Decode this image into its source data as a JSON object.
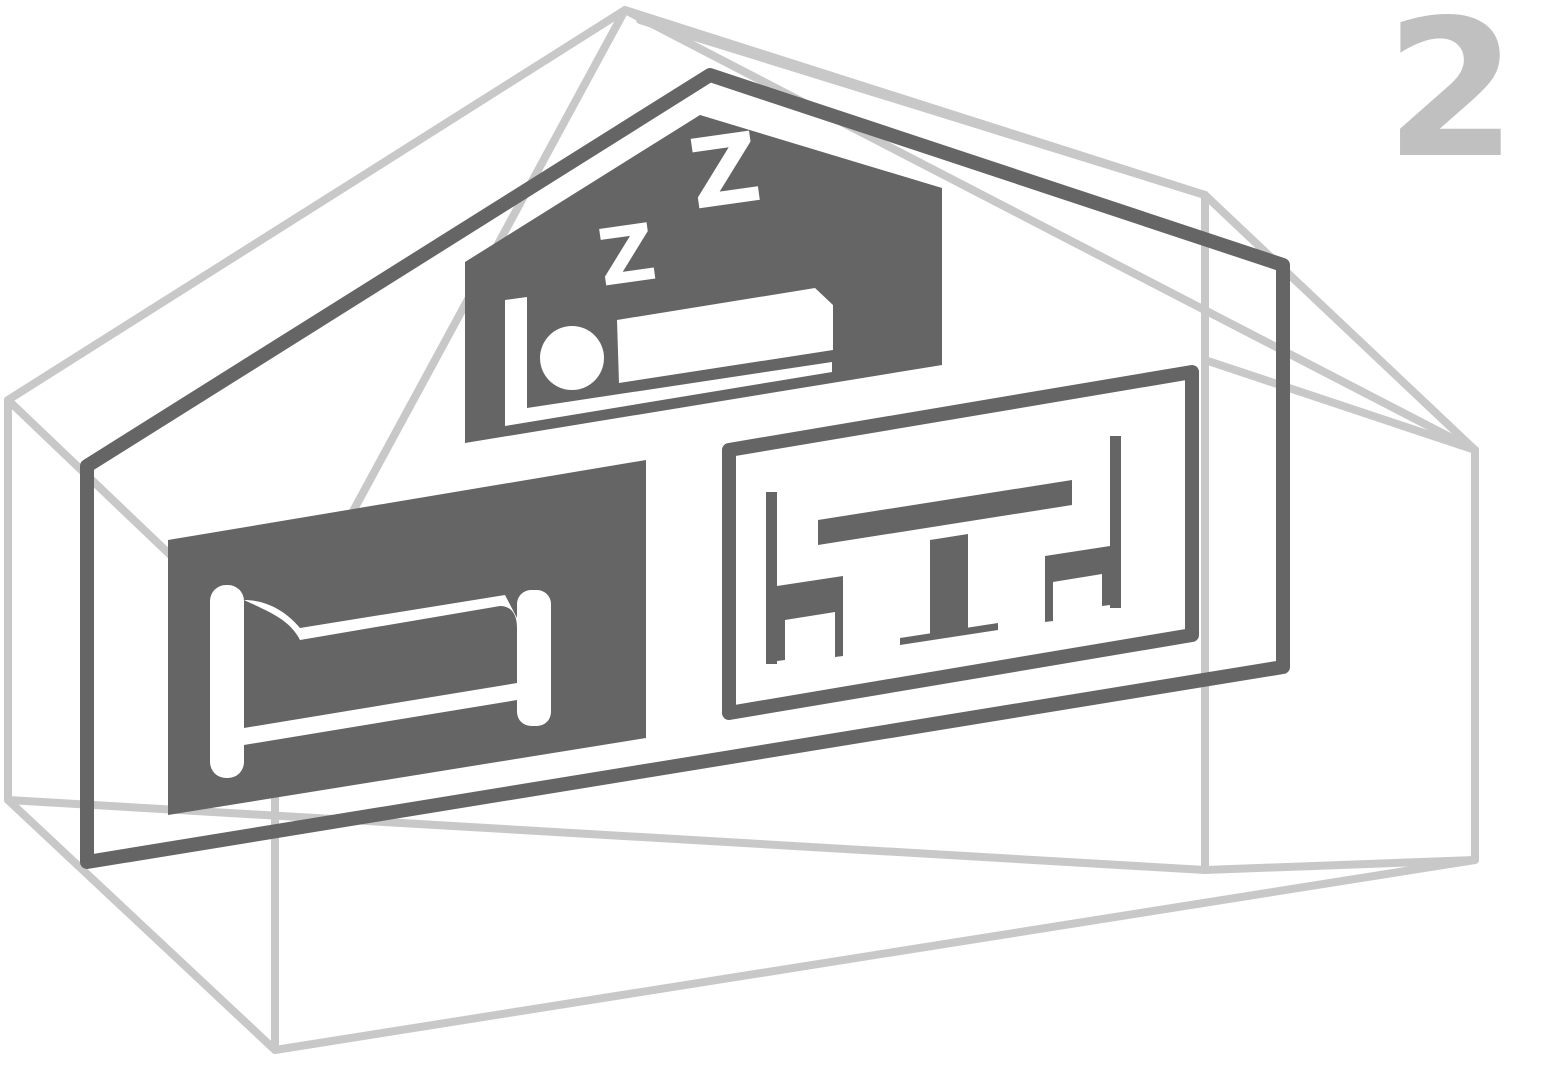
{
  "step_number": "2",
  "icons": {
    "house": "house-outline-icon",
    "bedroom": "sleeping-icon",
    "bed": "bed-icon",
    "dining": "table-and-chairs-icon"
  },
  "sleep_letters": [
    "Z",
    "Z"
  ],
  "colors": {
    "dark_gray": "#656565",
    "light_gray": "#c8c8c8",
    "number_gray": "#c0c0c0",
    "background": "#ffffff"
  }
}
